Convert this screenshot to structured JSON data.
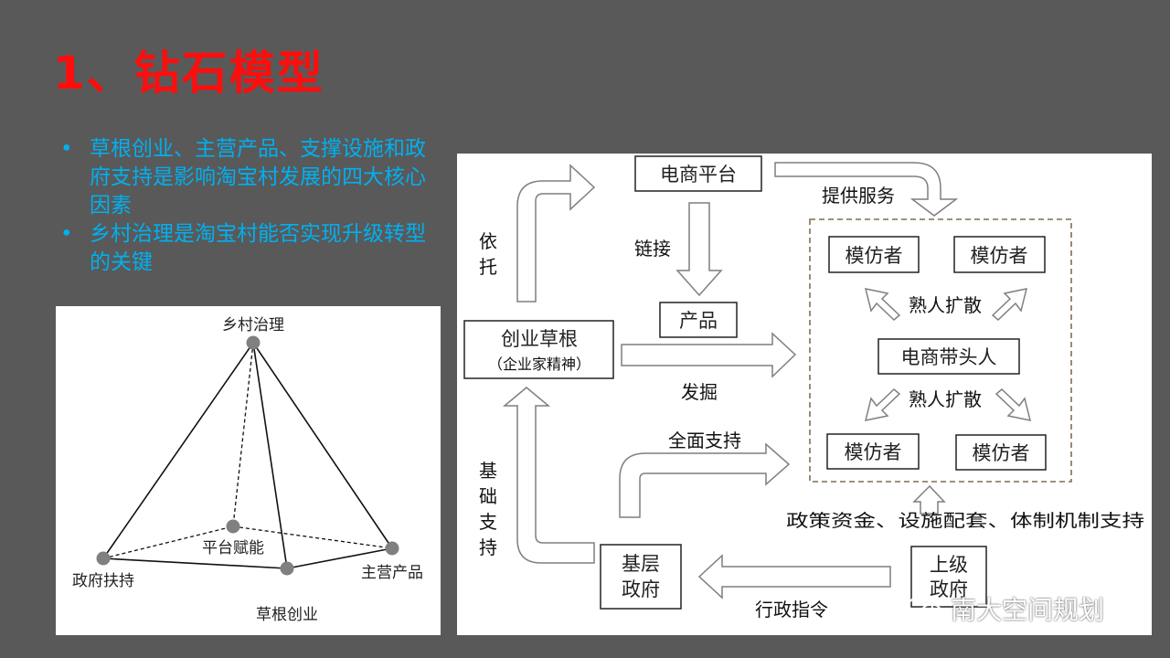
{
  "title": "1、钻石模型",
  "bullets": [
    "草根创业、主营产品、支撑设施和政府支持是影响淘宝村发展的四大核心因素",
    "乡村治理是淘宝村能否实现升级转型的关键"
  ],
  "pyramid": {
    "apex": "乡村治理",
    "nodes": [
      "政府扶持",
      "平台赋能",
      "主营产品",
      "草根创业"
    ]
  },
  "flow": {
    "platform": "电商平台",
    "product": "产品",
    "grassroots": "创业草根",
    "grassroots_sub": "（企业家精神）",
    "leader": "电商带头人",
    "imitators": [
      "模仿者",
      "模仿者",
      "模仿者",
      "模仿者"
    ],
    "local_gov": [
      "基层",
      "政府"
    ],
    "upper_gov": [
      "上级",
      "政府"
    ],
    "labels": {
      "rely": [
        "依",
        "托"
      ],
      "link": "链接",
      "service": "提供服务",
      "spread_top": "熟人扩散",
      "spread_bottom": "熟人扩散",
      "explore": "发掘",
      "full_support": "全面支持",
      "foundation": [
        "基",
        "础",
        "支",
        "持"
      ],
      "policy": "政策资金、设施配套、体制机制支持",
      "admin": "行政指令"
    }
  },
  "watermark": "南大空间规划",
  "watermark_icon": "wechat-icon",
  "colors": {
    "background": "#595959",
    "title": "#ff0d0d",
    "bullets": "#00b0f0",
    "node": "#808080",
    "arrow": "#7f7f7f",
    "dashed_box": "#7f6f4f"
  }
}
